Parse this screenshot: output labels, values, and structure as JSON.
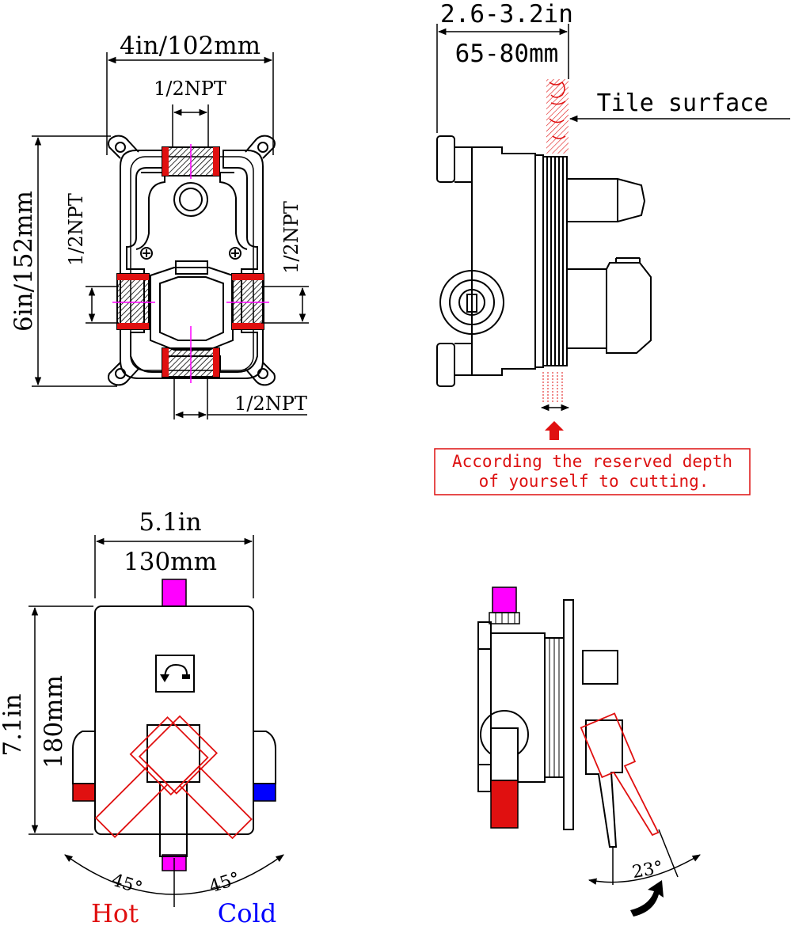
{
  "colors": {
    "line": "#000000",
    "red": "#e01010",
    "magenta": "#ff00ff",
    "blue": "#0000ff",
    "note_red": "#dd1111"
  },
  "top_left": {
    "width_label": "4in/102mm",
    "top_port_label": "1/2NPT",
    "height_label": "6in/152mm",
    "left_port_label": "1/2NPT",
    "right_port_label": "1/2NPT",
    "bottom_port_label": "1/2NPT"
  },
  "top_right": {
    "depth_in_label": "2.6-3.2in",
    "depth_mm_label": "65-80mm",
    "tile_label": "Tile surface",
    "note_line1": "According the reserved depth",
    "note_line2": "of yourself to cutting."
  },
  "bottom_left": {
    "width_in_label": "5.1in",
    "width_mm_label": "130mm",
    "height_in_label": "7.1in",
    "height_mm_label": "180mm",
    "angle_left_label": "45°",
    "angle_right_label": "45°",
    "hot_label": "Hot",
    "cold_label": "Cold"
  },
  "bottom_right": {
    "angle_label": "23°"
  }
}
